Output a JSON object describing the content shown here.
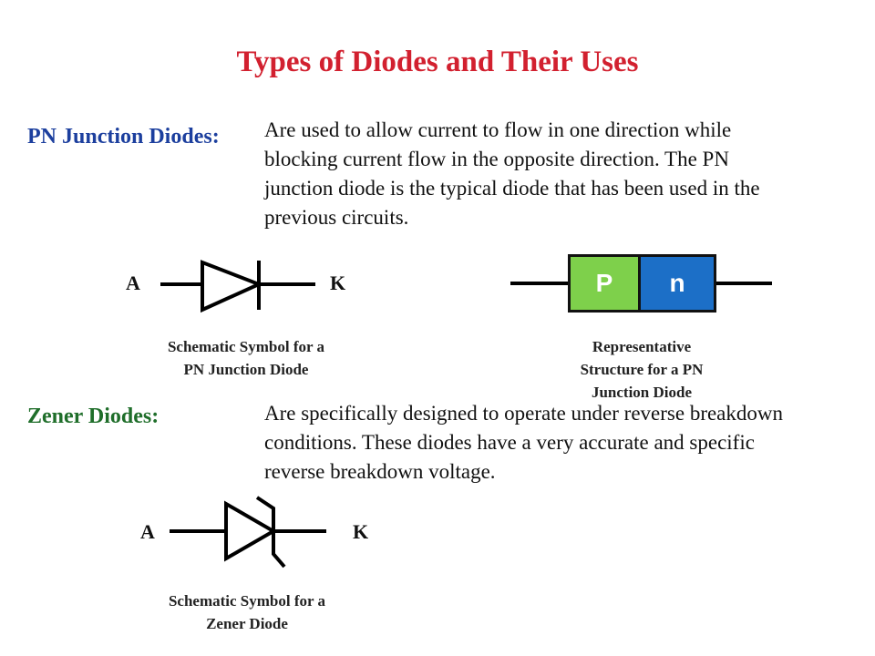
{
  "title": "Types of Diodes and Their Uses",
  "pn_section": {
    "heading": "PN Junction Diodes:",
    "lines": [
      "Are used to allow current to flow in one direction while",
      "blocking current flow in the opposite direction.  The PN",
      "junction diode is the typical diode that has been used in the",
      "previous circuits."
    ],
    "symbol": {
      "anode_label": "A",
      "cathode_label": "K",
      "caption_lines": [
        "Schematic Symbol for a",
        "PN Junction Diode"
      ]
    },
    "structure": {
      "p_label": "P",
      "n_label": "n",
      "p_color": "#7ed04b",
      "n_color": "#1c6fc7",
      "caption_lines": [
        "Representative",
        "Structure for a PN",
        "Junction Diode"
      ]
    }
  },
  "zener_section": {
    "heading": "Zener Diodes:",
    "lines": [
      "Are specifically designed to operate under reverse breakdown",
      "conditions.  These diodes have a very accurate and specific",
      "reverse breakdown voltage."
    ],
    "symbol": {
      "anode_label": "A",
      "cathode_label": "K",
      "caption_lines": [
        "Schematic Symbol for a",
        "Zener Diode"
      ]
    }
  },
  "colors": {
    "title": "#d2202f",
    "pn_heading": "#1c3f9e",
    "zener_heading": "#1f6e2a"
  }
}
